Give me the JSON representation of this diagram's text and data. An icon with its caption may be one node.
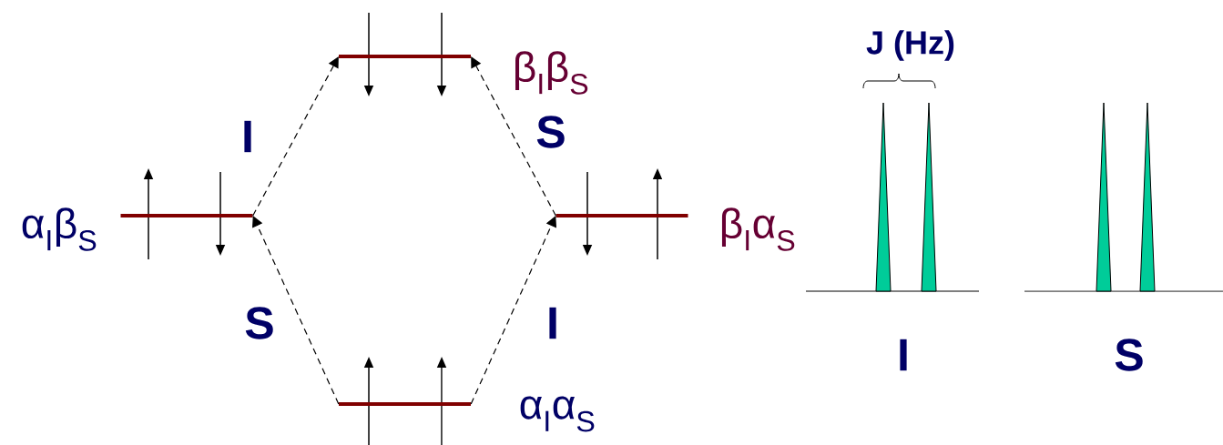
{
  "diagram": {
    "nodes": [
      {
        "text": [],
        "shape": "bar",
        "beside": [
          "β$_{I}$β$_{S}$"
        ]
      },
      {
        "text": [],
        "shape": "bar",
        "beside": [
          "α$_{I}$β$_{S}$"
        ]
      },
      {
        "text": [],
        "shape": "bar",
        "beside": [
          "β$_{I}$α$_{S}$"
        ]
      },
      {
        "text": [],
        "shape": "bar",
        "beside": [
          "α$_{I}$α$_{S}$"
        ]
      }
    ],
    "edges": [
      {
        "from": 1,
        "to": 0,
        "arrow": "to",
        "label": "I",
        "style": "dashed"
      },
      {
        "from": 2,
        "to": 0,
        "arrow": "to",
        "label": "S",
        "style": "dashed"
      },
      {
        "from": 3,
        "to": 1,
        "arrow": "to",
        "label": "S",
        "style": "dashed"
      },
      {
        "from": 3,
        "to": 2,
        "arrow": "to",
        "label": "I",
        "style": "dashed"
      }
    ],
    "labels": [
      "J (Hz)",
      "I",
      "S"
    ]
  }
}
